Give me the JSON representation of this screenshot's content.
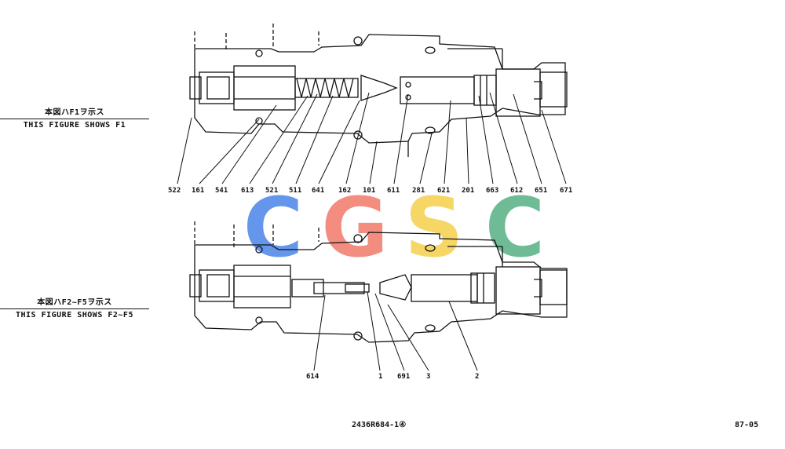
{
  "figure_top": {
    "caption_jp": "本図ハF1ヲ示ス",
    "caption_en": "THIS FIGURE SHOWS F1",
    "part_labels": [
      "522",
      "161",
      "541",
      "613",
      "521",
      "511",
      "641",
      "162",
      "101",
      "611",
      "281",
      "621",
      "201",
      "663",
      "612",
      "651",
      "671"
    ]
  },
  "figure_bottom": {
    "caption_jp": "本図ハF2~F5ヲ示ス",
    "caption_en": "THIS FIGURE SHOWS F2~F5",
    "part_labels": [
      "614",
      "1",
      "691",
      "3",
      "2"
    ]
  },
  "watermark": {
    "text": "CGSC",
    "letters": [
      "C",
      "G",
      "S",
      "C"
    ],
    "colors": [
      "#4a86e8",
      "#f07a6a",
      "#f5cf4a",
      "#55b083"
    ]
  },
  "drawing_number": "2436R684-1④",
  "page_number": "87-05"
}
